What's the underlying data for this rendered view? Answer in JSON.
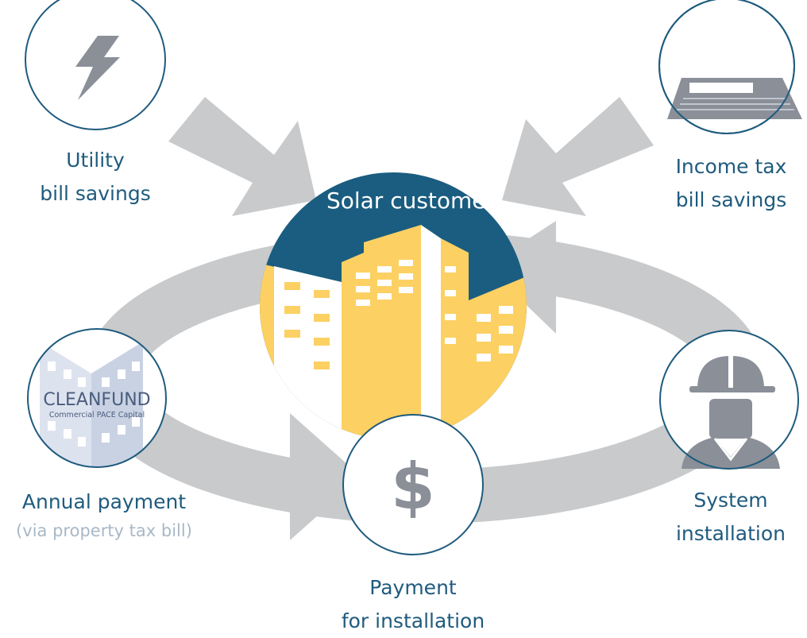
{
  "center": {
    "title": "Solar customer"
  },
  "nodes": {
    "utility": {
      "line1": "Utility",
      "line2": "bill savings",
      "icon": "lightning-bolt-icon"
    },
    "income_tax": {
      "line1": "Income tax",
      "line2": "bill savings",
      "icon": "tax-document-icon"
    },
    "annual_payment": {
      "line1": "Annual payment",
      "line2": "(via property tax bill)",
      "icon": "cleanfund-logo"
    },
    "payment": {
      "line1": "Payment",
      "line2": "for installation",
      "icon": "dollar-sign-icon"
    },
    "installation": {
      "line1": "System",
      "line2": "installation",
      "icon": "hard-hat-worker-icon"
    }
  },
  "logo": {
    "name": "CLEANFUND",
    "tagline": "Commercial PACE Capital"
  },
  "colors": {
    "text": "#1f5b7e",
    "subtext": "#a8b8c7",
    "circle_stroke": "#1f5b7e",
    "sky": "#1a5d80",
    "building_yellow": "#fcd062",
    "arrow": "#c8cacc",
    "icon_gray": "#8a8f98"
  }
}
